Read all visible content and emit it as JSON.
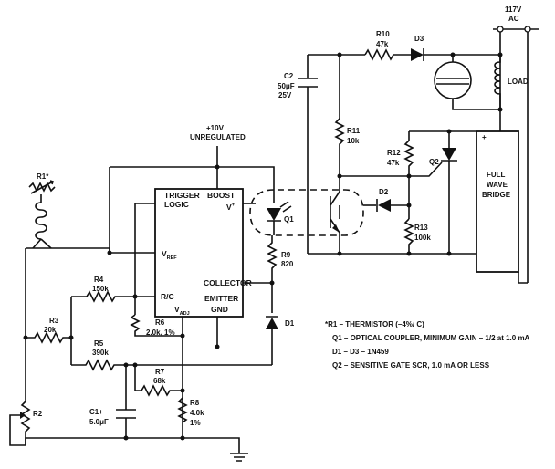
{
  "supply": {
    "label": "+10V",
    "sublabel": "UNREGULATED"
  },
  "ac_line": {
    "voltage": "117V",
    "type": "AC"
  },
  "ic": {
    "title_left": "TRIGGER",
    "title_right": "BOOST",
    "logic": "LOGIC",
    "pins": {
      "vplus": "V",
      "vplus_sup": "+",
      "vref": "V",
      "vref_sub": "REF",
      "collector": "COLLECTOR",
      "rc": "R/C",
      "vadj": "V",
      "vadj_sub": "ADJ",
      "emitter": "EMITTER",
      "gnd": "GND"
    }
  },
  "components": {
    "r1": "R1*",
    "r2": "R2",
    "r3": {
      "ref": "R3",
      "value": "20k"
    },
    "r4": {
      "ref": "R4",
      "value": "150k"
    },
    "r5": {
      "ref": "R5",
      "value": "390k"
    },
    "r6": {
      "ref": "R6",
      "value": "2.0k, 1%"
    },
    "r7": {
      "ref": "R7",
      "value": "68k"
    },
    "r8": {
      "ref": "R8",
      "value": "4.0k",
      "tol": "1%"
    },
    "r9": {
      "ref": "R9",
      "value": "820"
    },
    "r10": {
      "ref": "R10",
      "value": "47k"
    },
    "r11": {
      "ref": "R11",
      "value": "10k"
    },
    "r12": {
      "ref": "R12",
      "value": "47k"
    },
    "r13": {
      "ref": "R13",
      "value": "100k"
    },
    "c1": {
      "ref": "C1+",
      "value": "5.0μF"
    },
    "c2": {
      "ref": "C2",
      "value": "50μF",
      "voltage": "25V"
    },
    "d1": "D1",
    "d2": "D2",
    "d3": "D3",
    "q1": "Q1",
    "q2": "Q2",
    "load": "LOAD",
    "bridge": [
      "FULL",
      "WAVE",
      "BRIDGE"
    ],
    "bridge_plus": "+",
    "bridge_minus": "–"
  },
  "notes": [
    "*R1 – THERMISTOR (–4%/ C)",
    "Q1 – OPTICAL COUPLER, MINIMUM GAIN – 1/2 at 1.0 mA",
    "D1 – D3 – 1N459",
    "Q2 – SENSITIVE GATE SCR, 1.0 mA OR LESS"
  ]
}
